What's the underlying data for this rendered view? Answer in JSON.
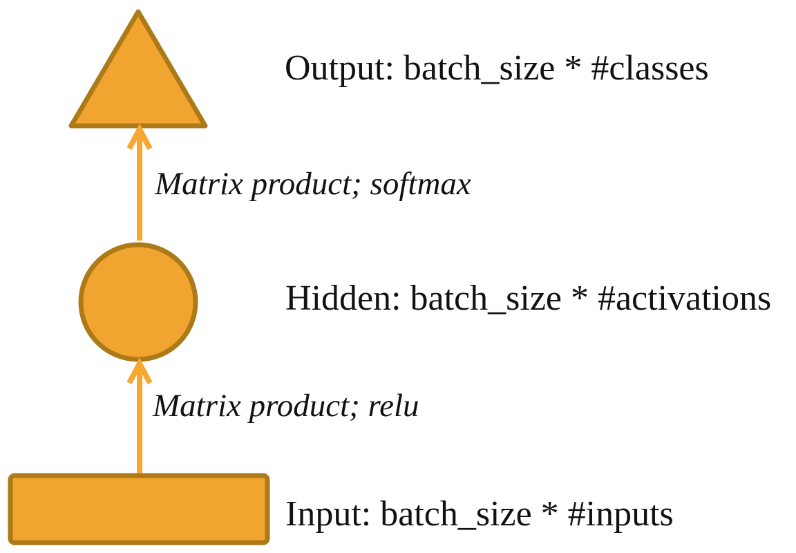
{
  "diagram": {
    "nodes": [
      {
        "id": "output",
        "shape": "triangle",
        "label": "Output: batch_size * #classes"
      },
      {
        "id": "hidden",
        "shape": "circle",
        "label": "Hidden: batch_size * #activations"
      },
      {
        "id": "input",
        "shape": "rectangle",
        "label": "Input: batch_size * #inputs"
      }
    ],
    "edges": [
      {
        "from": "hidden",
        "to": "output",
        "label": "Matrix product; softmax"
      },
      {
        "from": "input",
        "to": "hidden",
        "label": "Matrix product; relu"
      }
    ],
    "colors": {
      "shape_fill": "#F2A431",
      "shape_stroke": "#AD7A18",
      "arrow": "#F6A72F",
      "text": "#121212",
      "background": "#FFFFFF"
    }
  }
}
